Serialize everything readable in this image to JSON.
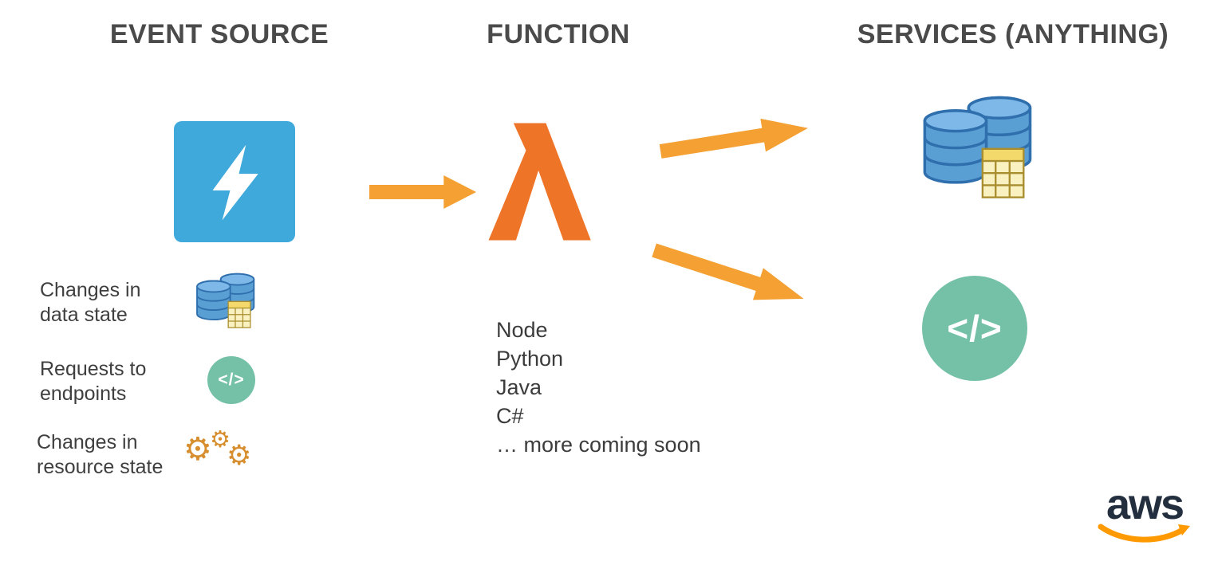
{
  "headers": {
    "event_source": "EVENT SOURCE",
    "function": "FUNCTION",
    "services": "SERVICES (ANYTHING)"
  },
  "event_source": {
    "main_icon": "lightning-icon",
    "items": [
      {
        "label": "Changes in\ndata state",
        "icon": "database-icon"
      },
      {
        "label": "Requests to\nendpoints",
        "icon": "code-endpoint-icon"
      },
      {
        "label": "Changes in\nresource state",
        "icon": "gears-icon"
      }
    ]
  },
  "function": {
    "icon": "lambda-icon",
    "languages": [
      "Node",
      "Python",
      "Java",
      "C#",
      "… more coming soon"
    ]
  },
  "services": {
    "icons": [
      "database-icon",
      "code-service-icon"
    ]
  },
  "glyphs": {
    "code": "</>",
    "gear": "⚙"
  },
  "branding": {
    "logo": "aws"
  },
  "colors": {
    "accent_orange": "#F5A033",
    "lambda_orange": "#EE7428",
    "event_blue": "#3FA9DC",
    "teal": "#74C1A7",
    "aws_navy": "#232F3E",
    "aws_orange": "#FF9900",
    "text_dark": "#4A4A4A"
  }
}
